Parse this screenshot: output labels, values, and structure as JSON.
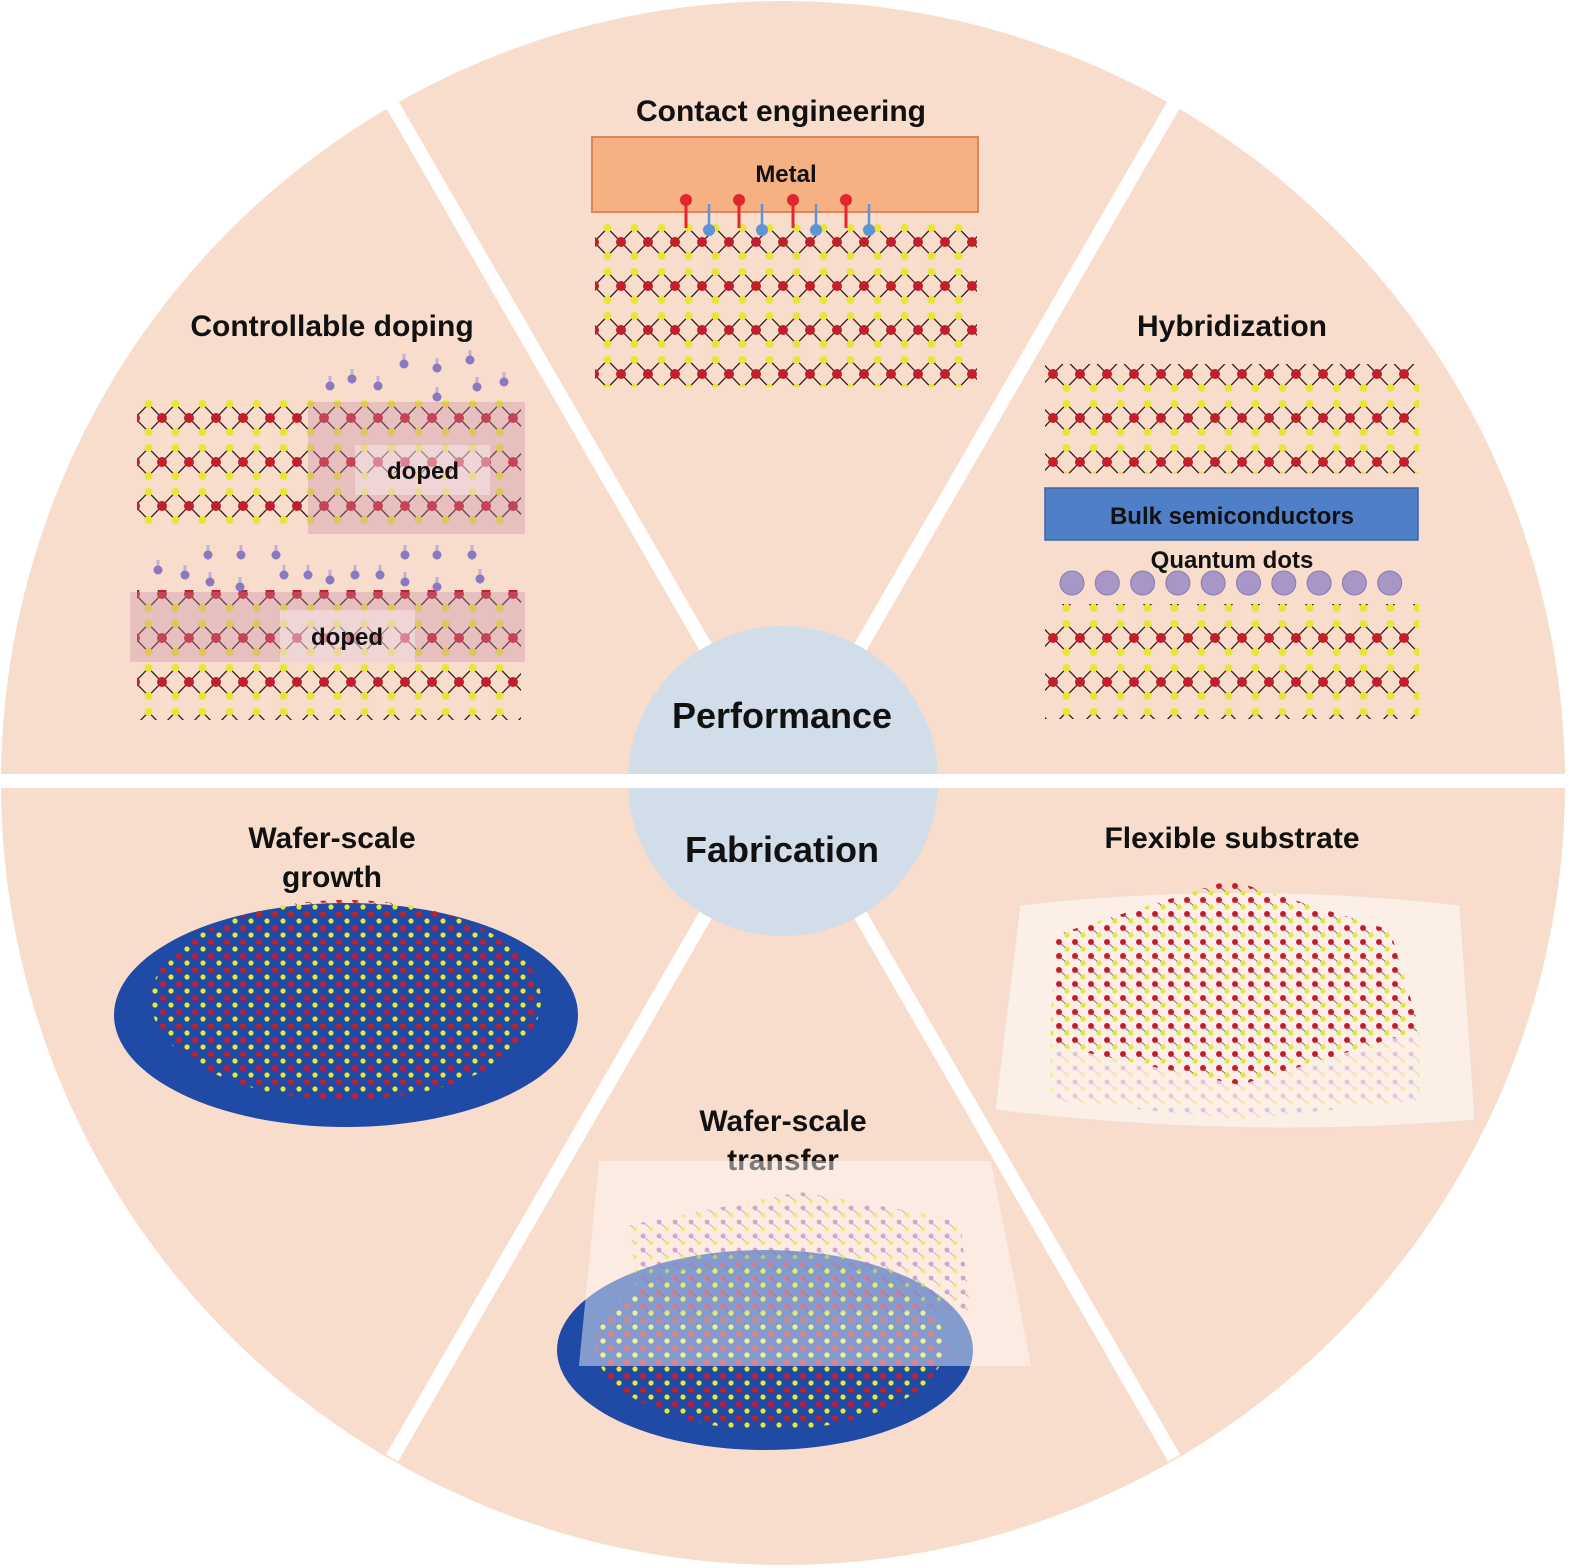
{
  "center": {
    "top": "Performance",
    "bottom": "Fabrication"
  },
  "sectors": {
    "contact": {
      "title": "Contact engineering",
      "metal": "Metal"
    },
    "doping": {
      "title": "Controllable doping",
      "doped_top": "doped",
      "doped_bottom": "doped"
    },
    "hybrid": {
      "title": "Hybridization",
      "bulk": "Bulk semiconductors",
      "qd": "Quantum dots"
    },
    "growth": {
      "title_l1": "Wafer-scale",
      "title_l2": "growth"
    },
    "flexible": {
      "title": "Flexible substrate"
    },
    "transfer": {
      "title_l1": "Wafer-scale",
      "title_l2": "transfer"
    }
  },
  "colors": {
    "sector": "#f8dccc",
    "hub": "#d1dde9",
    "metal": "#f6b183",
    "bulk": "#4f7fc6",
    "wafer": "#1f4aa5",
    "atom_metal": "#c41e2a",
    "atom_chalcogen": "#e6e637",
    "dot": "#a797c6"
  }
}
